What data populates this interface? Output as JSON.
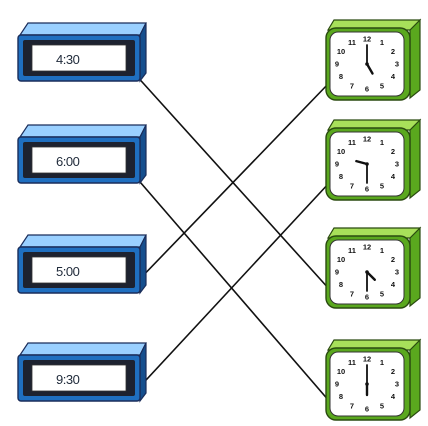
{
  "digital_clocks": [
    {
      "time": "4:30"
    },
    {
      "time": "6:00"
    },
    {
      "time": "5:00"
    },
    {
      "time": "9:30"
    }
  ],
  "analog_clocks": [
    {
      "hour": 5,
      "minute": 0
    },
    {
      "hour": 9,
      "minute": 30
    },
    {
      "hour": 4,
      "minute": 30
    },
    {
      "hour": 6,
      "minute": 0
    }
  ],
  "matches": [
    {
      "digital": 0,
      "analog": 2
    },
    {
      "digital": 1,
      "analog": 3
    },
    {
      "digital": 2,
      "analog": 0
    },
    {
      "digital": 3,
      "analog": 1
    }
  ],
  "colors": {
    "digital_body": "#1f6fc0",
    "digital_top": "#9ad0ff",
    "analog_body": "#5aa81e",
    "analog_top": "#a8e05a",
    "line": "#111111"
  }
}
